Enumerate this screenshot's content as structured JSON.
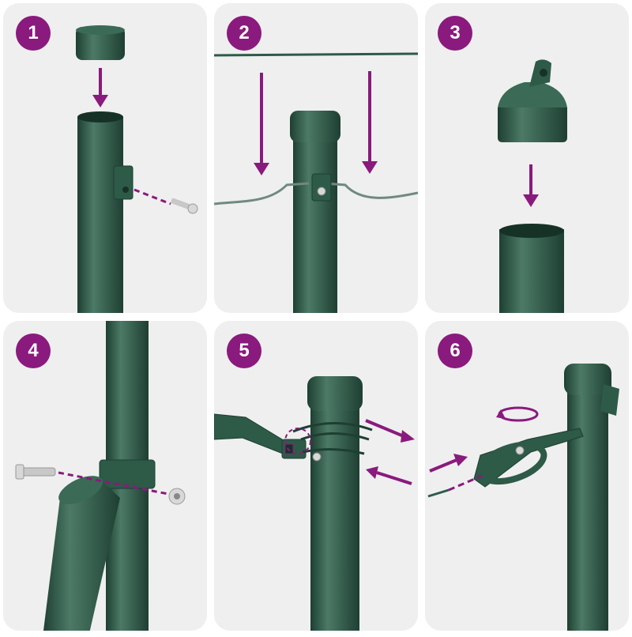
{
  "colors": {
    "accent": "#8a1a7d",
    "post": "#2e5a48",
    "post_dark": "#1e3f32",
    "post_light": "#4c7a66",
    "panel_bg": "#efefef",
    "wire": "#6f8a7e",
    "metal": "#c8c8c8"
  },
  "steps": [
    {
      "number": "1",
      "icon": "end-cap-insert-icon"
    },
    {
      "number": "2",
      "icon": "wire-attach-icon"
    },
    {
      "number": "3",
      "icon": "top-cap-insert-icon"
    },
    {
      "number": "4",
      "icon": "strut-bolt-icon"
    },
    {
      "number": "5",
      "icon": "tensioner-attach-icon"
    },
    {
      "number": "6",
      "icon": "tensioner-tighten-icon"
    }
  ]
}
